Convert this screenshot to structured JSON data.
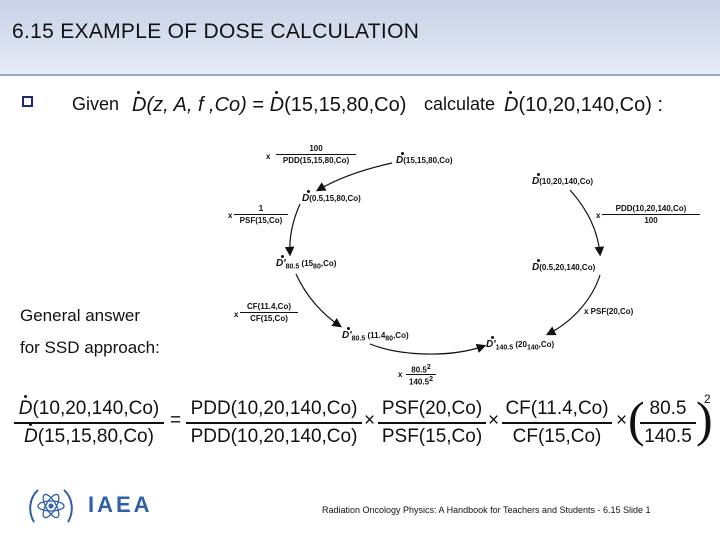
{
  "title": "6.15  EXAMPLE OF DOSE CALCULATION",
  "given": {
    "label": "Given",
    "lhs_args": "(z, A, f ,Co)",
    "equals": "=",
    "rhs_args": "(15,15,80,Co)"
  },
  "calculate": {
    "label": "calculate",
    "args": "(10,20,140,Co)",
    "colon": ":"
  },
  "diagram": {
    "factor_100_over_pdd": {
      "x": "x",
      "num": "100",
      "den": "PDD(15,15,80,Co)"
    },
    "d_15_15_80": "(15,15,80,Co)",
    "d_10_20_140": "(10,20,140,Co)",
    "d_05_15_80": "(0.5,15,80,Co)",
    "factor_1_over_psf": {
      "x": "x",
      "num": "1",
      "den": "PSF(15,Co)"
    },
    "factor_pdd_over_100": {
      "x": "x",
      "num": "PDD(10,20,140,Co)",
      "den": "100"
    },
    "dprime_80_5": {
      "sub": "80.5",
      "args_pre": "(15",
      "args_sub": "80",
      "args_post": ",Co)"
    },
    "d_05_20_140": "(0.5,20,140,Co)",
    "factor_cf": {
      "x": "x",
      "num": "CF(11.4,Co)",
      "den": "CF(15,Co)"
    },
    "factor_psf20": "x PSF(20,Co)",
    "dprime_80_5b": {
      "sub": "80.5",
      "args_pre": "(11.4",
      "args_sub": "80",
      "args_post": ",Co)"
    },
    "dprime_140_5": {
      "sub": "140.5",
      "args_pre": "(20",
      "args_sub": "140",
      "args_post": ",Co)"
    },
    "factor_isl": {
      "x": "x",
      "num": "80.5",
      "num_exp": "2",
      "den": "140.5",
      "den_exp": "2"
    }
  },
  "general_answer": {
    "line1": "General answer",
    "line2": "for SSD approach:"
  },
  "formula": {
    "lhs_num": "(10,20,140,Co)",
    "lhs_den": "(15,15,80,Co)",
    "eq": "=",
    "t1_num": "PDD(10,20,140,Co)",
    "t1_den": "PDD(10,20,140,Co)",
    "t2_num": "PSF(20,Co)",
    "t2_den": "PSF(15,Co)",
    "t3_num": "CF(11.4,Co)",
    "t3_den": "CF(15,Co)",
    "t4_num": "80.5",
    "t4_den": "140.5",
    "exp": "2",
    "times": "×"
  },
  "footer": {
    "org": "IAEA",
    "citation": "Radiation Oncology Physics: A Handbook for Teachers and Students - 6.15 Slide 1"
  }
}
